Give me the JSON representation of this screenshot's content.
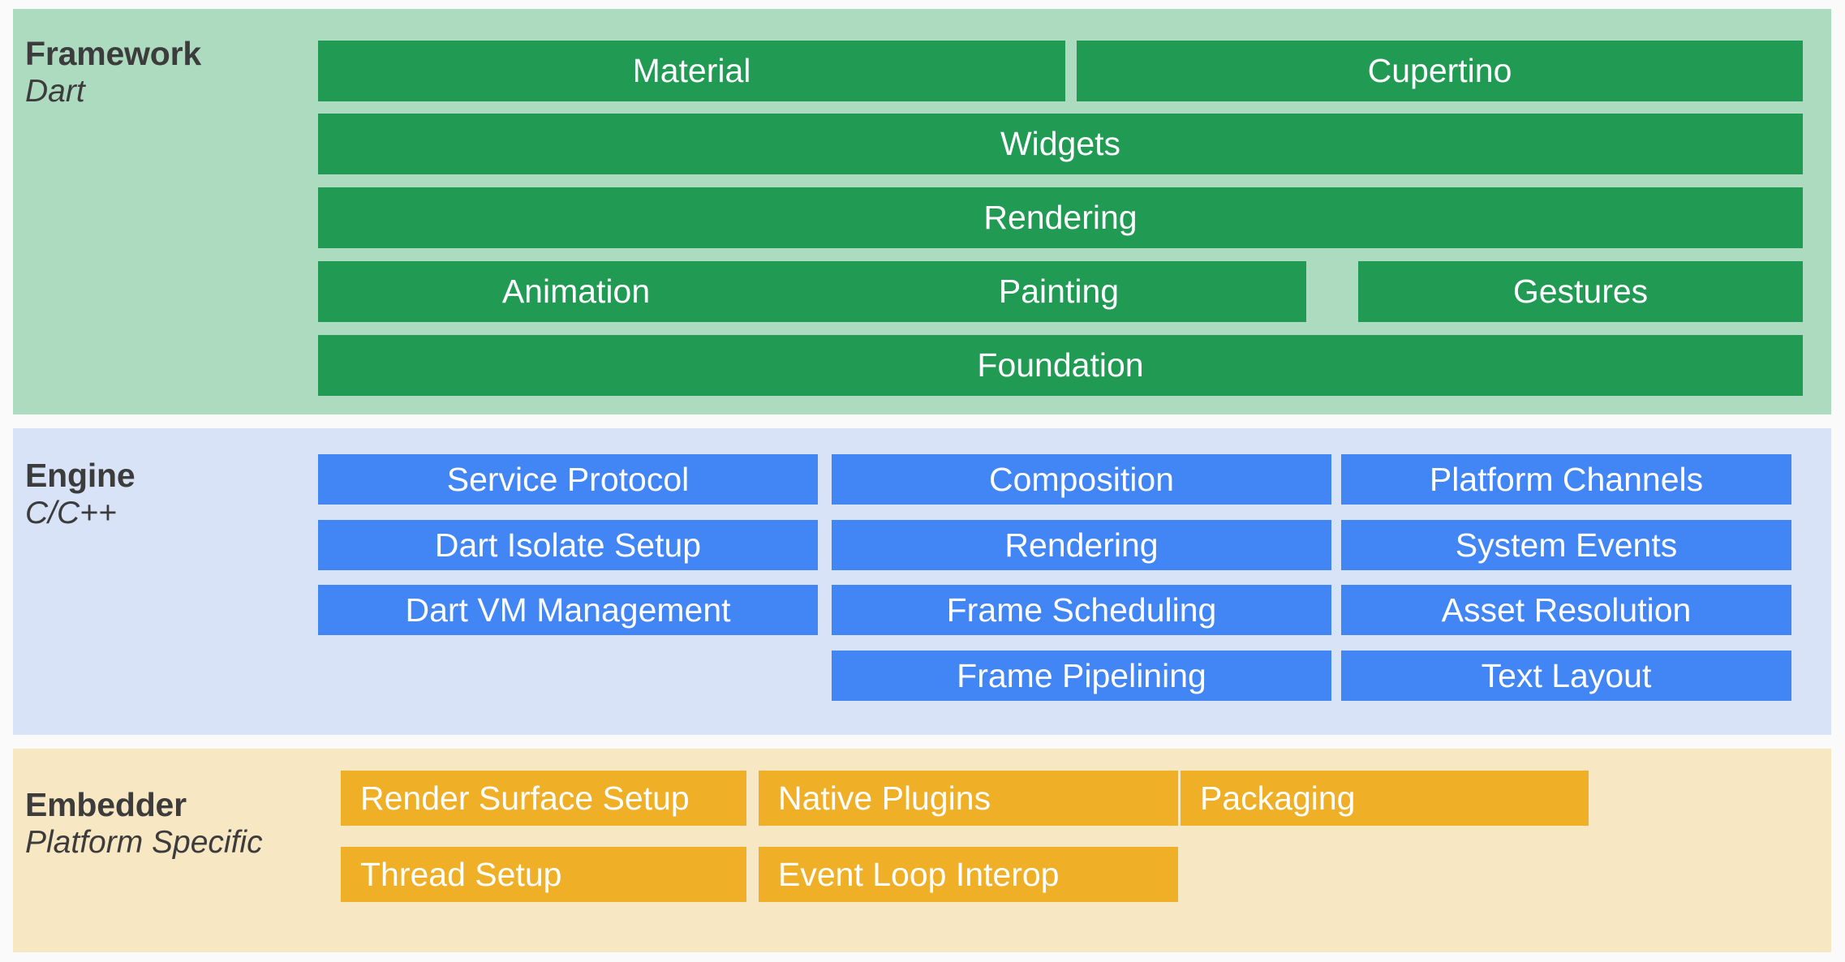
{
  "diagram": {
    "name": "Flutter architectural layers",
    "colors": {
      "background": "#fafafa",
      "framework_panel": "#addbc0",
      "engine_panel": "#d9e3f7",
      "embedder_panel": "#f7e7c3",
      "framework_box": "#219a53",
      "engine_box": "#4285f4",
      "embedder_box": "#efaf26",
      "label_text": "#3c3c3c",
      "box_text": "#ffffff"
    }
  },
  "layers": [
    {
      "id": "framework",
      "title": "Framework",
      "subtitle": "Dart",
      "boxes": [
        {
          "label": "Material"
        },
        {
          "label": "Cupertino"
        },
        {
          "label": "Widgets"
        },
        {
          "label": "Rendering"
        },
        {
          "label": "Animation"
        },
        {
          "label": "Painting"
        },
        {
          "label": "Gestures"
        },
        {
          "label": "Foundation"
        }
      ]
    },
    {
      "id": "engine",
      "title": "Engine",
      "subtitle": "C/C++",
      "boxes": [
        {
          "label": "Service Protocol"
        },
        {
          "label": "Dart Isolate Setup"
        },
        {
          "label": "Dart VM Management"
        },
        {
          "label": "Composition"
        },
        {
          "label": "Rendering"
        },
        {
          "label": "Frame Scheduling"
        },
        {
          "label": "Frame Pipelining"
        },
        {
          "label": "Platform Channels"
        },
        {
          "label": "System Events"
        },
        {
          "label": "Asset Resolution"
        },
        {
          "label": "Text Layout"
        }
      ]
    },
    {
      "id": "embedder",
      "title": "Embedder",
      "subtitle": "Platform Specific",
      "boxes": [
        {
          "label": "Render Surface Setup"
        },
        {
          "label": "Native Plugins"
        },
        {
          "label": "Packaging"
        },
        {
          "label": "Thread Setup"
        },
        {
          "label": "Event Loop Interop"
        }
      ]
    }
  ]
}
